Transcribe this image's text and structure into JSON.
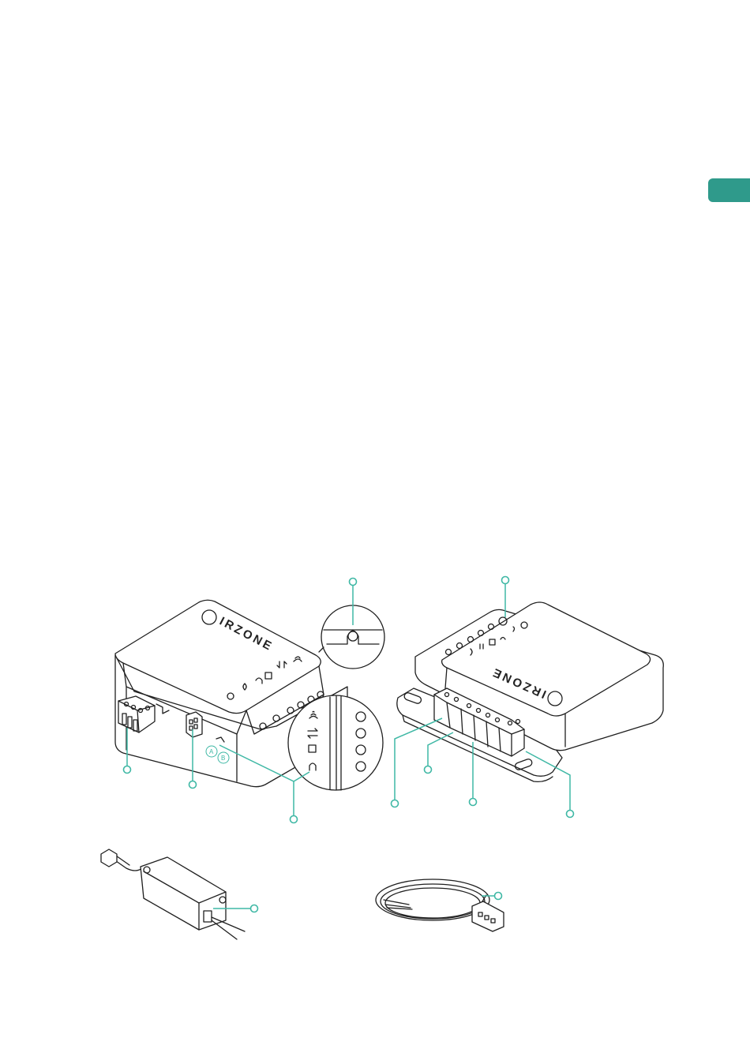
{
  "page": {
    "accent_color": "#2f9a8b",
    "callout_color": "#3fb8a5",
    "has_side_tab": true
  },
  "devices": [
    {
      "id": "device-left",
      "brand_text": "IRZONE",
      "logo_letter": "A"
    },
    {
      "id": "device-right",
      "brand_text": "IRZONE",
      "logo_letter": "A"
    }
  ],
  "markers": {
    "a": "A",
    "b": "B"
  },
  "icons": [
    "wifi-icon",
    "chip-icon",
    "transfer-arrows-icon",
    "bus-plug-icon",
    "led-icon",
    "reset-icon"
  ],
  "accessories": [
    "power-adapter",
    "cable-with-connector"
  ]
}
